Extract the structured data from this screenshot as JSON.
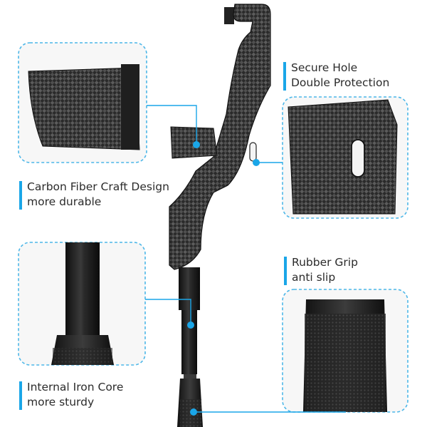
{
  "features": [
    {
      "line1": "Secure Hole",
      "line2": "Double Protection"
    },
    {
      "line1": "Carbon Fiber Craft Design",
      "line2": "more durable"
    },
    {
      "line1": "Rubber Grip",
      "line2": "anti slip"
    },
    {
      "line1": "Internal Iron Core",
      "line2": "more sturdy"
    }
  ],
  "colors": {
    "accent": "#1aa6e8",
    "carbon_dark": "#1c1c1c",
    "carbon_light": "#6a6a6a"
  }
}
